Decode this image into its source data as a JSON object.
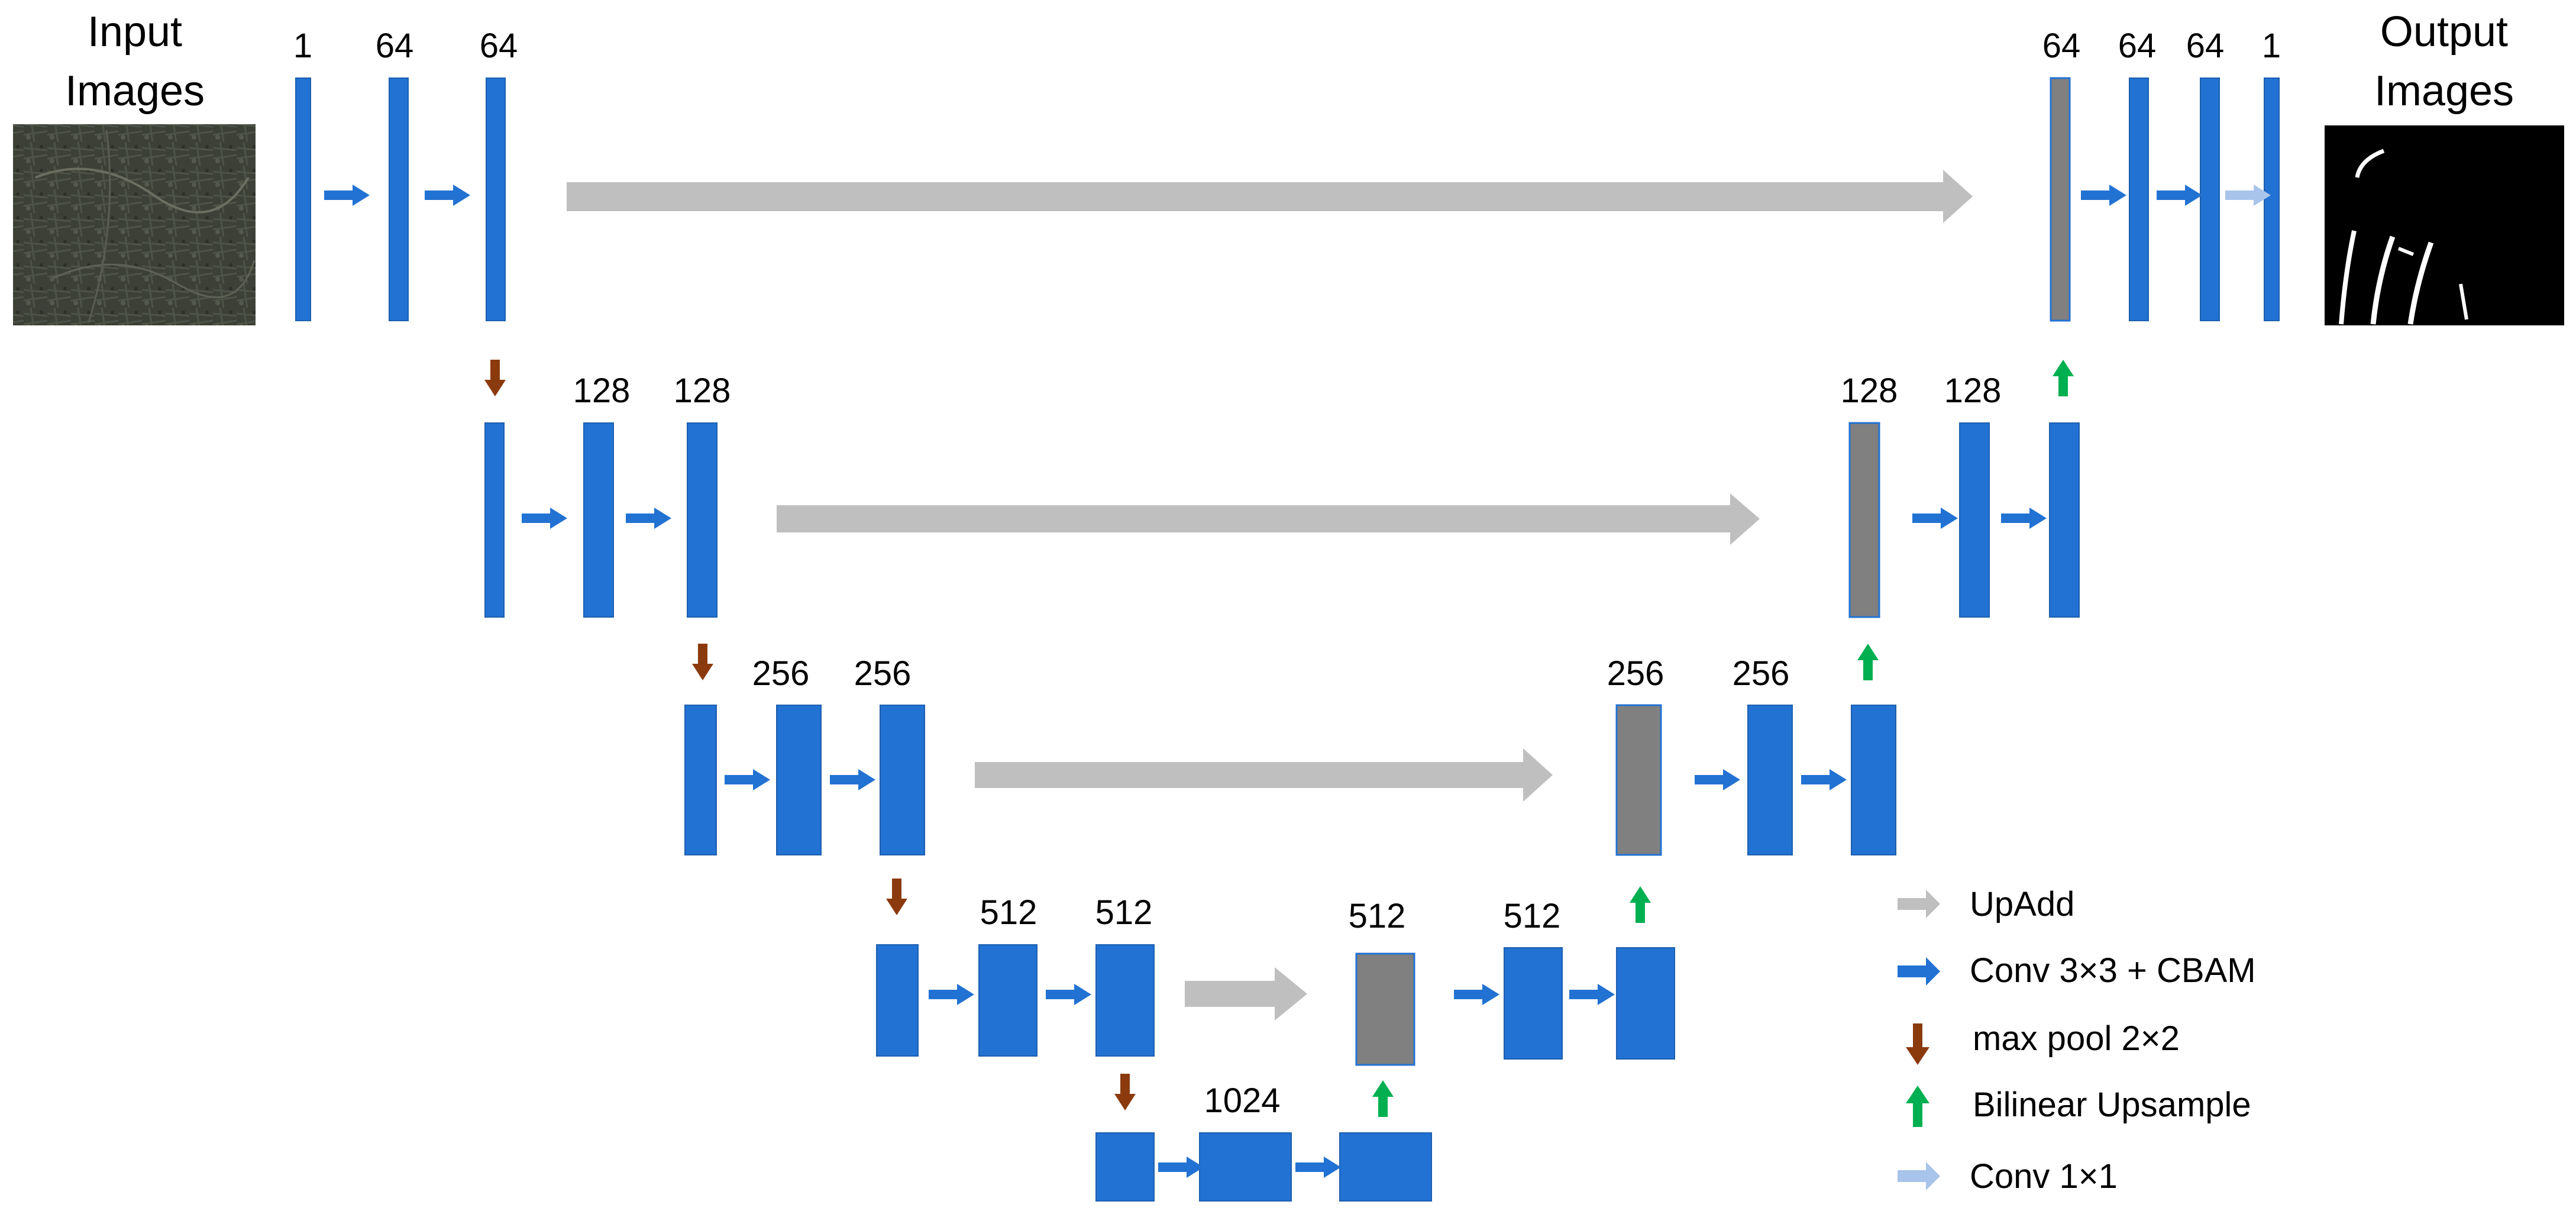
{
  "input": {
    "line1": "Input",
    "line2": "Images"
  },
  "output": {
    "line1": "Output",
    "line2": "Images"
  },
  "labels": {
    "enc1_a": "1",
    "enc1_b": "64",
    "enc1_c": "64",
    "dec1_a": "64",
    "dec1_b": "64",
    "dec1_c": "64",
    "dec1_d": "1",
    "enc2_b": "128",
    "enc2_c": "128",
    "dec2_a": "128",
    "dec2_b": "128",
    "enc3_b": "256",
    "enc3_c": "256",
    "dec3_a": "256",
    "dec3_b": "256",
    "enc4_b": "512",
    "enc4_c": "512",
    "dec4_a": "512",
    "dec4_b": "512",
    "bottleneck": "1024"
  },
  "legend": [
    {
      "label": "UpAdd",
      "color": "#BFBFBF",
      "icon": "right-arrow-icon"
    },
    {
      "label": "Conv 3×3 + CBAM",
      "color": "#2272D3",
      "icon": "right-arrow-icon"
    },
    {
      "label": "max pool 2×2",
      "color": "#8B3A0E",
      "icon": "down-arrow-icon"
    },
    {
      "label": "Bilinear Upsample",
      "color": "#00B050",
      "icon": "up-arrow-icon"
    },
    {
      "label": "Conv 1×1",
      "color": "#A9C4EB",
      "icon": "right-arrow-icon"
    }
  ],
  "colors": {
    "feature_map": "#2272D3",
    "skip_map": "#808080",
    "upadd": "#BFBFBF",
    "conv": "#2272D3",
    "maxpool": "#8B3A0E",
    "upsample": "#00B050",
    "conv1x1": "#A9C4EB"
  }
}
